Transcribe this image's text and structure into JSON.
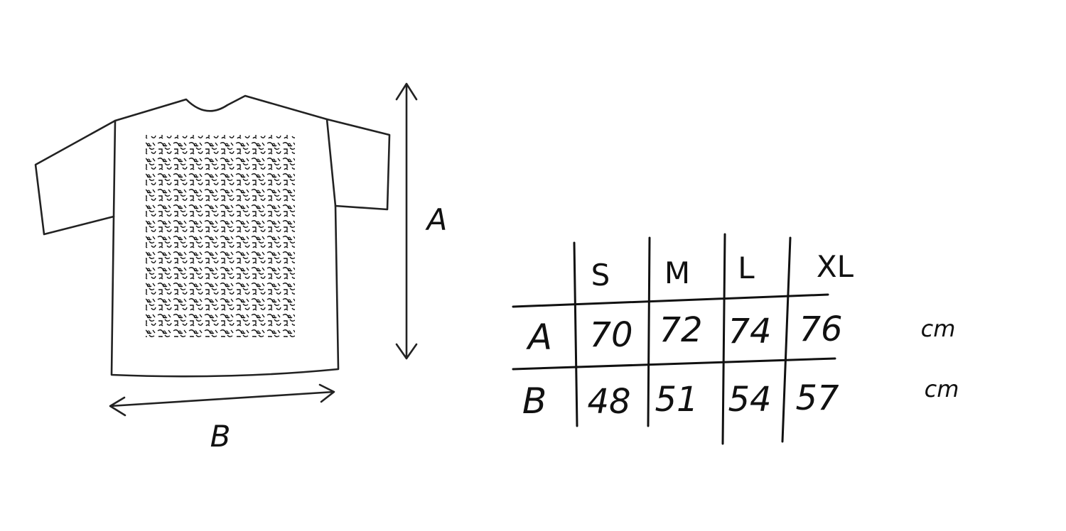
{
  "diagram": {
    "dimension_labels": {
      "height": "A",
      "width": "B"
    }
  },
  "size_table": {
    "columns": [
      "S",
      "M",
      "L",
      "XL"
    ],
    "rows": [
      {
        "label": "A",
        "values": [
          "70",
          "72",
          "74",
          "76"
        ],
        "unit": "cm"
      },
      {
        "label": "B",
        "values": [
          "48",
          "51",
          "54",
          "57"
        ],
        "unit": "cm"
      }
    ]
  }
}
